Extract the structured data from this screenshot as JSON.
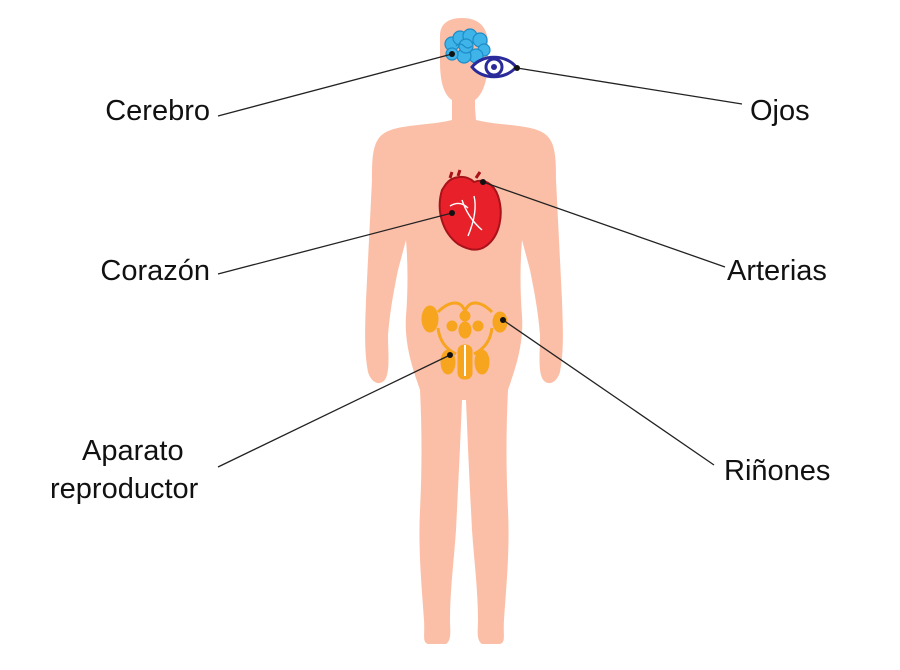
{
  "labels": {
    "cerebro": "Cerebro",
    "ojos": "Ojos",
    "corazon": "Corazón",
    "arterias": "Arterias",
    "aparato_line1": "Aparato",
    "aparato_line2": "reproductor",
    "rinones": "Riñones"
  },
  "colors": {
    "body": "#fbbfa8",
    "brain": "#3fb4e8",
    "eye": "#2a2a9a",
    "heart": "#e8202a",
    "reproductive": "#f7a51e",
    "leader_line": "#222222"
  }
}
